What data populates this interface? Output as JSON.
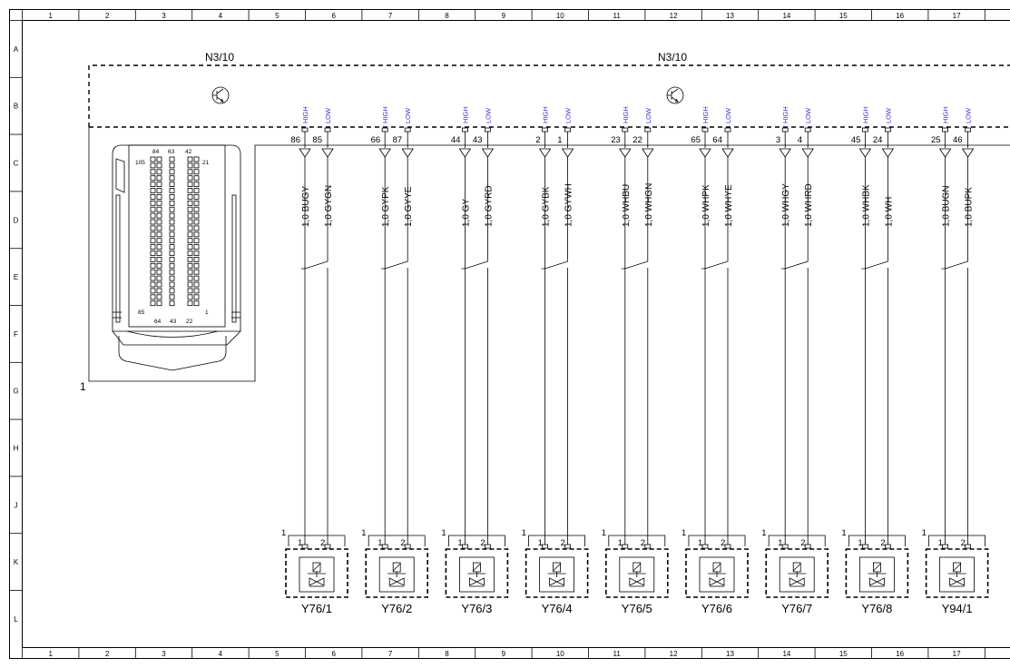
{
  "grid": {
    "columns": [
      "1",
      "2",
      "3",
      "4",
      "5",
      "6",
      "7",
      "8",
      "9",
      "10",
      "11",
      "12",
      "13",
      "14",
      "15",
      "16",
      "17"
    ],
    "rows": [
      "A",
      "B",
      "C",
      "D",
      "E",
      "F",
      "G",
      "H",
      "J",
      "K",
      "L"
    ]
  },
  "module": {
    "label_left": "N3/10",
    "label_right": "N3/10",
    "item_number": "1",
    "connector_pin_labels": {
      "top_a": "84",
      "top_b": "63",
      "top_c": "42",
      "left_top": "105",
      "right_top": "21",
      "left_bottom": "85",
      "bot_a": "64",
      "bot_b": "43",
      "bot_c": "22",
      "right_bottom": "1"
    }
  },
  "valves": [
    {
      "name": "Y76/1",
      "pin_high": "86",
      "pin_low": "85",
      "wire_high": "1,0 BUGY",
      "wire_low": "1,0 GYGN",
      "item": "1",
      "p1": "1",
      "p2": "2"
    },
    {
      "name": "Y76/2",
      "pin_high": "66",
      "pin_low": "87",
      "wire_high": "1,0 GYPK",
      "wire_low": "1,0 GYYE",
      "item": "1",
      "p1": "1",
      "p2": "2"
    },
    {
      "name": "Y76/3",
      "pin_high": "44",
      "pin_low": "43",
      "wire_high": "1,0 GY",
      "wire_low": "1,0 GYRD",
      "item": "1",
      "p1": "1",
      "p2": "2"
    },
    {
      "name": "Y76/4",
      "pin_high": "2",
      "pin_low": "1",
      "wire_high": "1,0 GYBK",
      "wire_low": "1,0 GYWH",
      "item": "1",
      "p1": "1",
      "p2": "2"
    },
    {
      "name": "Y76/5",
      "pin_high": "23",
      "pin_low": "22",
      "wire_high": "1,0 WHBU",
      "wire_low": "1,0 WHGN",
      "item": "1",
      "p1": "1",
      "p2": "2"
    },
    {
      "name": "Y76/6",
      "pin_high": "65",
      "pin_low": "64",
      "wire_high": "1,0 WHPK",
      "wire_low": "1,0 WHYE",
      "item": "1",
      "p1": "1",
      "p2": "2"
    },
    {
      "name": "Y76/7",
      "pin_high": "3",
      "pin_low": "4",
      "wire_high": "1,0 WHGY",
      "wire_low": "1,0 WHRD",
      "item": "1",
      "p1": "1",
      "p2": "2"
    },
    {
      "name": "Y76/8",
      "pin_high": "45",
      "pin_low": "24",
      "wire_high": "1,0 WHBK",
      "wire_low": "1,0 WH",
      "item": "1",
      "p1": "1",
      "p2": "2"
    },
    {
      "name": "Y94/1",
      "pin_high": "25",
      "pin_low": "46",
      "wire_high": "1,0 BUGN",
      "wire_low": "1,0 BUPK",
      "item": "1",
      "p1": "1",
      "p2": "2"
    }
  ],
  "signal_labels": {
    "high": "HIGH",
    "low": "LOW"
  },
  "colors": {
    "line": "#000000",
    "signal_label": "#2a2adc",
    "background": "#ffffff"
  }
}
